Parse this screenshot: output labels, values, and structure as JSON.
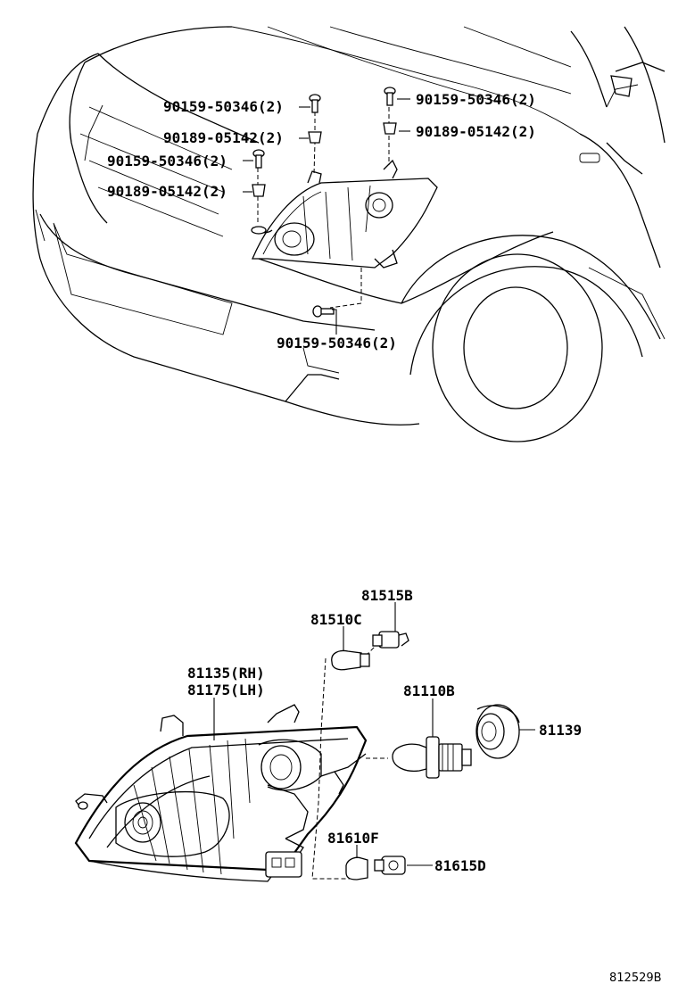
{
  "diagram_id": "812529B",
  "upper_callouts": [
    {
      "part": "90159-50346",
      "qty": "(2)"
    },
    {
      "part": "90189-05142",
      "qty": "(2)"
    },
    {
      "part": "90159-50346",
      "qty": "(2)"
    },
    {
      "part": "90189-05142",
      "qty": "(2)"
    },
    {
      "part": "90159-50346",
      "qty": "(2)"
    },
    {
      "part": "90189-05142",
      "qty": "(2)"
    },
    {
      "part": "90159-50346",
      "qty": "(2)"
    }
  ],
  "lower_callouts": {
    "socket_b": "81515B",
    "bulb_c": "81510C",
    "headlamp_rh": "81135(RH)",
    "headlamp_lh": "81175(LH)",
    "bulb_main": "81110B",
    "cover": "81139",
    "bulb_f": "81610F",
    "socket_d": "81615D"
  }
}
